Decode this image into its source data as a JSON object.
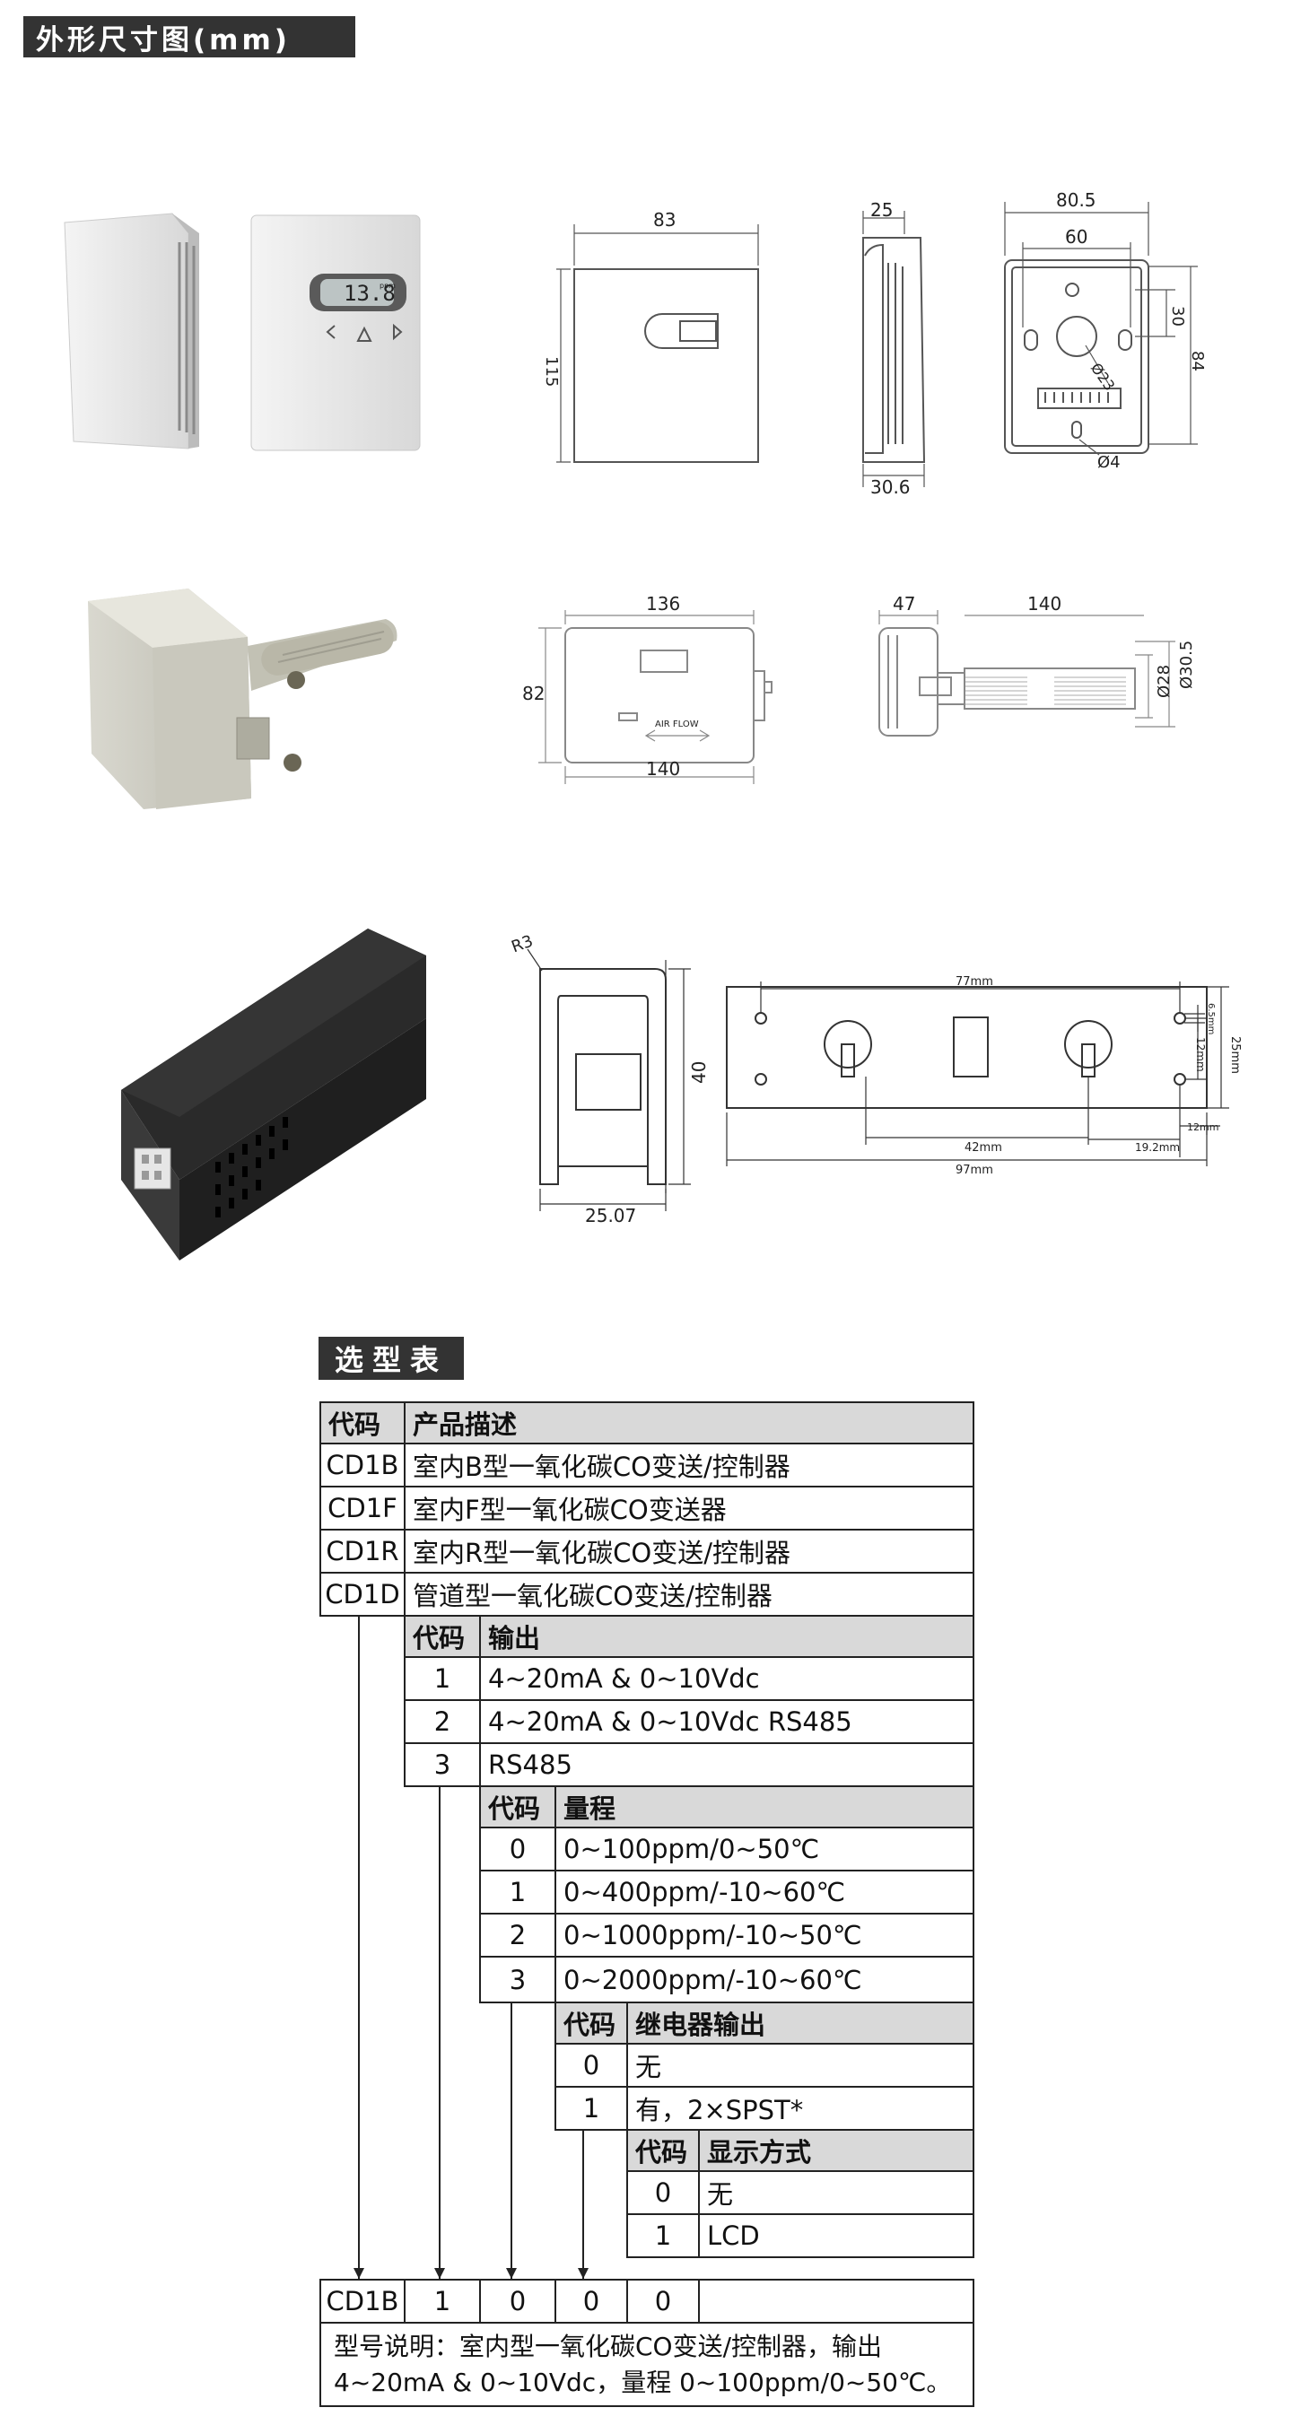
{
  "titles": {
    "dimensions": "外形尺寸图(mm)",
    "selection": "选型表"
  },
  "drawings": {
    "wall": {
      "front_width": "83",
      "front_height": "115",
      "side_depth": "25",
      "side_base": "30.6",
      "back_width": "80.5",
      "back_hole_span": "60",
      "back_offset": "30",
      "back_height": "84",
      "hole_dia": "Ø23",
      "screw_dia": "Ø4",
      "display_reading": "13.8",
      "display_unit": "ppm"
    },
    "duct": {
      "top_width": "136",
      "height": "82",
      "bottom_width": "140",
      "airflow_label": "AIR FLOW",
      "side_depth": "47",
      "probe_length": "140",
      "probe_dia": "Ø28",
      "probe_outer_dia": "Ø30.5"
    },
    "module": {
      "radius": "R3",
      "height": "40",
      "width": "25.07",
      "span_77": "77mm",
      "span_6_5": "6.5mm",
      "span_12a": "12mm",
      "span_25": "25mm",
      "span_42": "42mm",
      "span_19_2": "19.2mm",
      "span_12b": "12mm",
      "span_97": "97mm"
    }
  },
  "selection_table": {
    "header": {
      "code": "代码",
      "description": "产品描述"
    },
    "products": [
      {
        "code": "CD1B",
        "description": "室内B型一氧化碳CO变送/控制器"
      },
      {
        "code": "CD1F",
        "description": "室内F型一氧化碳CO变送器"
      },
      {
        "code": "CD1R",
        "description": "室内R型一氧化碳CO变送/控制器"
      },
      {
        "code": "CD1D",
        "description": "管道型一氧化碳CO变送/控制器"
      }
    ],
    "output": {
      "header_code": "代码",
      "header_name": "输出",
      "rows": [
        {
          "code": "1",
          "value": "4~20mA & 0~10Vdc"
        },
        {
          "code": "2",
          "value": "4~20mA & 0~10Vdc RS485"
        },
        {
          "code": "3",
          "value": "RS485"
        }
      ]
    },
    "range": {
      "header_code": "代码",
      "header_name": "量程",
      "rows": [
        {
          "code": "0",
          "value": "0~100ppm/0~50℃"
        },
        {
          "code": "1",
          "value": "0~400ppm/-10~60℃"
        },
        {
          "code": "2",
          "value": "0~1000ppm/-10~50℃"
        },
        {
          "code": "3",
          "value": "0~2000ppm/-10~60℃"
        }
      ]
    },
    "relay": {
      "header_code": "代码",
      "header_name": "继电器输出",
      "rows": [
        {
          "code": "0",
          "value": "无"
        },
        {
          "code": "1",
          "value": "有，2×SPST*"
        }
      ]
    },
    "display": {
      "header_code": "代码",
      "header_name": "显示方式",
      "rows": [
        {
          "code": "0",
          "value": "无"
        },
        {
          "code": "1",
          "value": "LCD"
        }
      ]
    },
    "example": {
      "codes": [
        "CD1B",
        "1",
        "0",
        "0",
        "0"
      ],
      "note_line1": "型号说明：室内型一氧化碳CO变送/控制器，输出",
      "note_line2": "4~20mA & 0~10Vdc，量程 0~100ppm/0~50℃。"
    }
  }
}
